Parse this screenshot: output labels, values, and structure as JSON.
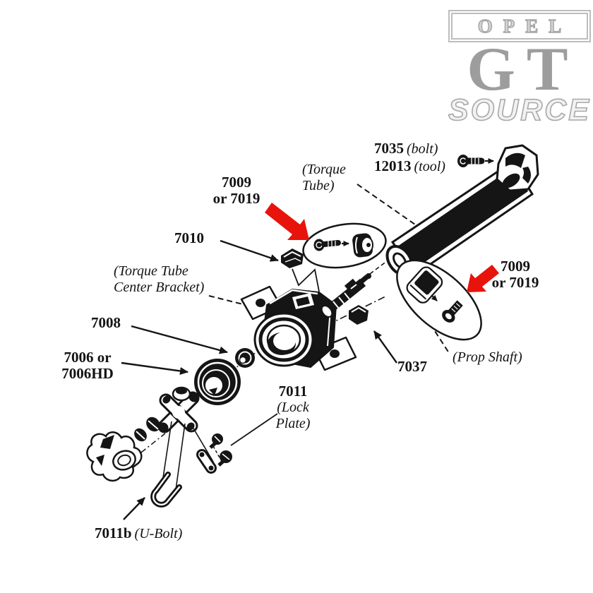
{
  "watermark": {
    "opel": "OPEL",
    "gt": "GT",
    "source": "SOURCE"
  },
  "callouts": {
    "bolt_tool": {
      "line1_num": "7035",
      "line1_note": "(bolt)",
      "line2_num": "12013",
      "line2_note": "(tool)"
    },
    "torque_tube_note": {
      "line1": "(Torque",
      "line2": "Tube)"
    },
    "kit_upper": {
      "line1": "7009",
      "line2": "or 7019"
    },
    "bracket_cushion": {
      "num": "7010"
    },
    "center_bracket_note": {
      "line1": "(Torque Tube",
      "line2": "Center Bracket)"
    },
    "grommet": {
      "num": "7008"
    },
    "coupling": {
      "line1": "7006 or",
      "line2": "7006HD"
    },
    "lock_plate": {
      "num": "7011",
      "note_line1": "(Lock",
      "note_line2": "Plate)"
    },
    "cushion_rear": {
      "num": "7037"
    },
    "kit_lower": {
      "line1": "7009",
      "line2": "or 7019"
    },
    "prop_shaft_note": {
      "text": "(Prop Shaft)"
    },
    "u_bolt": {
      "num": "7011b",
      "note": "(U-Bolt)"
    }
  },
  "colors": {
    "highlight_arrow_red": "#e8130b",
    "ink_black": "#151515",
    "watermark_gray": "#a8a8a8"
  }
}
